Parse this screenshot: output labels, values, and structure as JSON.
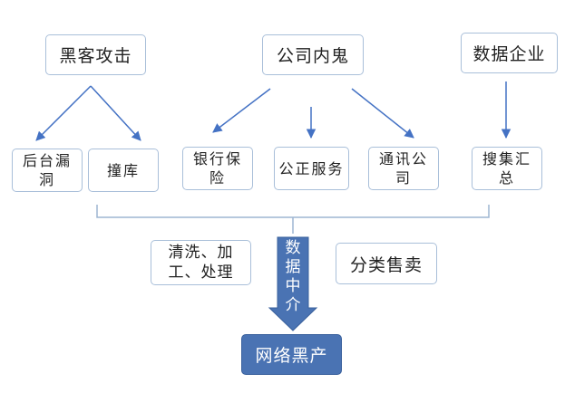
{
  "sources": {
    "hacker": "黑客攻击",
    "insider": "公司内鬼",
    "enterprise": "数据企业"
  },
  "methods": {
    "backend_leak": "后台漏洞",
    "credential_stuffing": "撞库",
    "bank_insurance": "银行保险",
    "notary_services": "公正服务",
    "telecom_company": "通讯公司",
    "collect_summarize": "搜集汇总"
  },
  "processing": {
    "clean_process": "清洗、加工、处理",
    "categorize_sell": "分类售卖"
  },
  "flow_label": "数据中介",
  "destination": "网络黑产",
  "colors": {
    "arrow": "#4472c4",
    "box_border": "#a9bfd9",
    "dark_fill": "#4a73b3"
  }
}
